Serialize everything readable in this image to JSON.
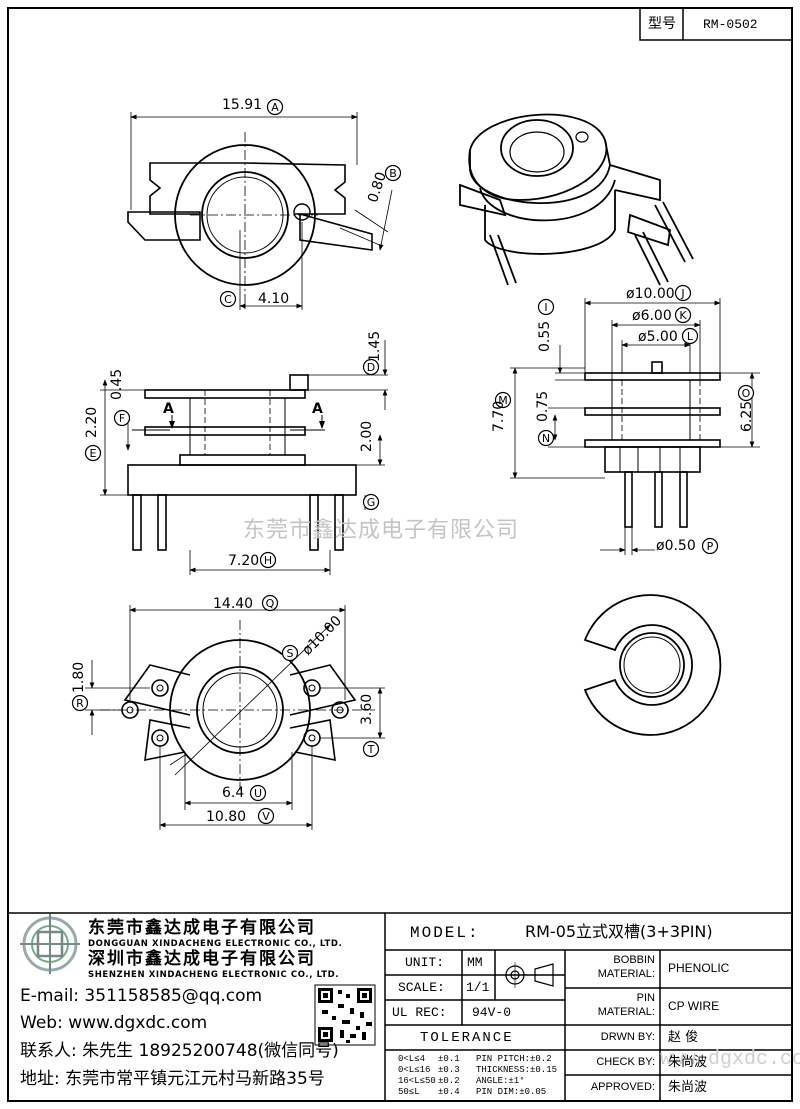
{
  "header": {
    "model_label": "型号",
    "model_value": "RM-0502"
  },
  "watermark": {
    "text": "东莞市鑫达成电子有限公司",
    "url_mark": "www.dgxdc.com"
  },
  "dimensions": {
    "A": "15.91",
    "B": "0.80",
    "C": "4.10",
    "D": "1.45",
    "E": "2.20",
    "F": "0.45",
    "G": "2.00",
    "H": "7.20",
    "I": "0.55",
    "J": "ø10.00",
    "K": "ø6.00",
    "L": "ø5.00",
    "M": "7.70",
    "N": "0.75",
    "O": "6.25",
    "P": "ø0.50",
    "Q": "14.40",
    "R": "1.80",
    "S": "ø10.00",
    "T": "3.60",
    "U": "6.4",
    "V": "10.80",
    "section": "A",
    "letters": [
      "A",
      "B",
      "C",
      "D",
      "E",
      "F",
      "G",
      "H",
      "I",
      "J",
      "K",
      "L",
      "M",
      "N",
      "O",
      "P",
      "Q",
      "R",
      "S",
      "T",
      "U",
      "V"
    ]
  },
  "company": {
    "name_cn_1": "东莞市鑫达成电子有限公司",
    "name_en_1": "DONGGUAN XINDACHENG ELECTRONIC CO., LTD.",
    "name_cn_2": "深圳市鑫达成电子有限公司",
    "name_en_2": "SHENZHEN XINDACHENG ELECTRONIC CO., LTD.",
    "email": "E-mail: 351158585@qq.com",
    "web": "Web: www.dgxdc.com",
    "contact": "联系人: 朱先生 18925200748(微信同号)",
    "address": "地址: 东莞市常平镇元江元村马新路35号"
  },
  "titleblock": {
    "model_label": "MODEL:",
    "model_value": "RM-05立式双槽(3+3PIN)",
    "unit_label": "UNIT:",
    "unit_value": "MM",
    "scale_label": "SCALE:",
    "scale_value": "1/1",
    "ulrec_label": "UL REC:",
    "ulrec_value": "94V-0",
    "tolerance_label": "TOLERANCE",
    "tol_rows": [
      [
        "0<L≤4",
        "±0.1",
        "PIN PITCH:±0.2"
      ],
      [
        "0<L≤16",
        "±0.3",
        "THICKNESS:±0.15"
      ],
      [
        "16<L≤50",
        "±0.2",
        "ANGLE:±1°"
      ],
      [
        "50≤L",
        "±0.4",
        "PIN DIM:±0.05"
      ]
    ],
    "bobbin_label_1": "BOBBIN",
    "bobbin_label_2": "MATERIAL:",
    "bobbin_value": "PHENOLIC",
    "pin_label_1": "PIN",
    "pin_label_2": "MATERIAL:",
    "pin_value": "CP WIRE",
    "drwn_label": "DRWN BY:",
    "drwn_value": "赵  俊",
    "check_label": "CHECK BY:",
    "check_value": "朱尚波",
    "approved_label": "APPROVED:",
    "approved_value": "朱尚波"
  }
}
